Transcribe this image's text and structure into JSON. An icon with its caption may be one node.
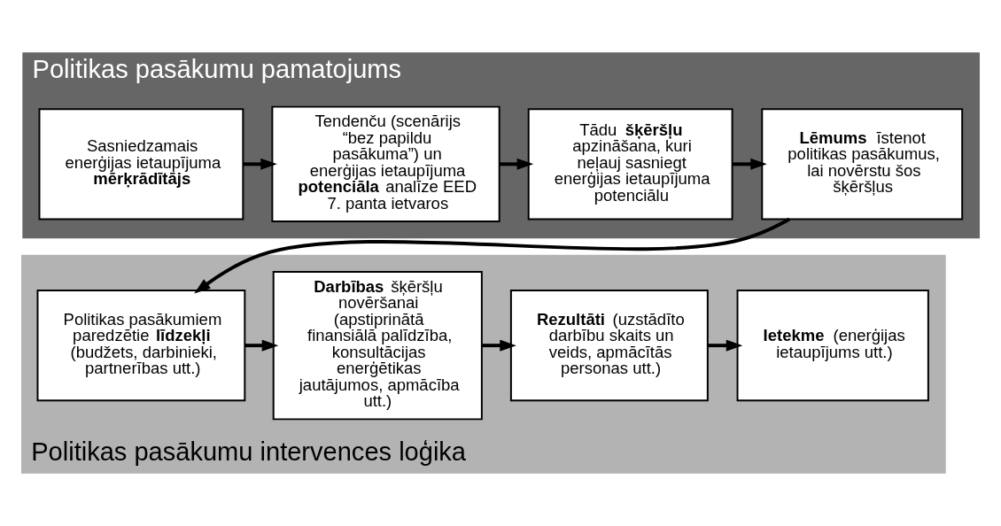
{
  "diagram": {
    "nodes": [
      {
        "text": [
          "Politikas pasākumu pamatojums"
        ]
      },
      {
        "text": [
          "Sasniedzamais enerģijas ietaupījuma **mērķrādītājs**"
        ],
        "in": 0
      },
      {
        "text": [
          "Tendenču (scenārijs “bez papildu pasākuma”) un enerģijas ietaupījuma **potenciāla** analīze EED 7. panta ietvaros"
        ],
        "in": 0
      },
      {
        "text": [
          "Tādu **šķēršļu** apzināšana, kuri neļauj sasniegt enerģijas ietaupījuma potenciālu"
        ],
        "in": 0
      },
      {
        "text": [
          "**Lēmums** īstenot politikas pasākumus, lai novērstu šos šķēršļus"
        ],
        "in": 0
      },
      {
        "text": [
          "Politikas pasākumu intervences loģika"
        ]
      },
      {
        "text": [
          "Politikas pasākumiem paredzētie **līdzekļi** (budžets, darbinieki, partnerības utt.)"
        ],
        "in": 5
      },
      {
        "text": [
          "**Darbības** šķēršļu novēršanai (apstiprinātā finansiālā palīdzība, konsultācijas enerģētikas jautājumos, apmācība utt.)"
        ],
        "in": 5
      },
      {
        "text": [
          "**Rezultāti** (uzstādīto darbību skaits un veids, apmācītās personas utt.)"
        ],
        "in": 5
      },
      {
        "text": [
          "**Ietekme** (enerģijas ietaupījums utt.)"
        ],
        "in": 5
      }
    ],
    "edges": [
      {
        "from": 1,
        "to": 2,
        "arrow": "to"
      },
      {
        "from": 2,
        "to": 3,
        "arrow": "to"
      },
      {
        "from": 3,
        "to": 4,
        "arrow": "to"
      },
      {
        "from": 4,
        "to": 6,
        "arrow": "to"
      },
      {
        "from": 6,
        "to": 7,
        "arrow": "to"
      },
      {
        "from": 7,
        "to": 8,
        "arrow": "to"
      },
      {
        "from": 8,
        "to": 9,
        "arrow": "to"
      }
    ]
  }
}
